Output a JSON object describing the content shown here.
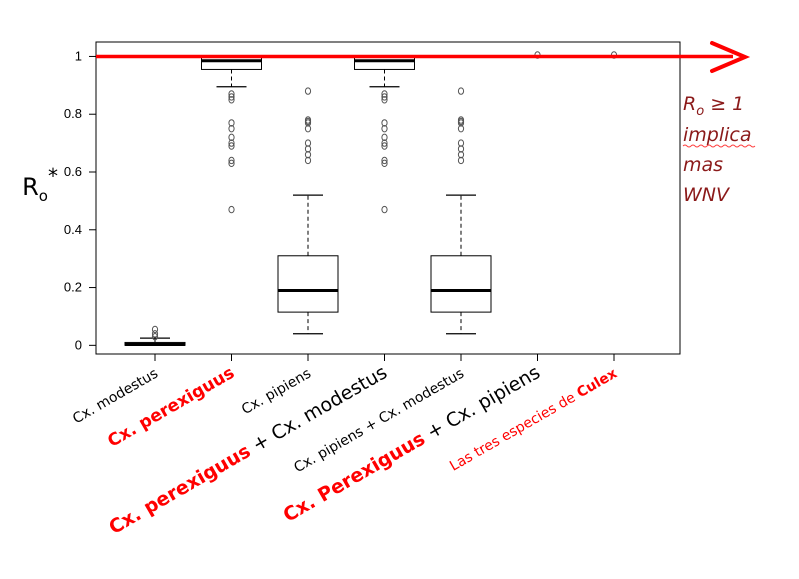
{
  "colors": {
    "threshold": "#ff0000",
    "highlight": "#ff0000",
    "annotation": "#8b1a1a",
    "box_edge": "#000000",
    "outlier": "#555555"
  },
  "chart_data": {
    "type": "box",
    "ylabel": "R",
    "ylabel_sub": "o",
    "ylabel_sup": "*",
    "ylim": [
      -0.03,
      1.05
    ],
    "yticks": [
      0,
      0.2,
      0.4,
      0.6,
      0.8,
      1
    ],
    "ytick_labels": [
      "0",
      "0.2",
      "0.4",
      "0.6",
      "0.8",
      "1"
    ],
    "grid": false,
    "threshold_line": 1,
    "categories": [
      {
        "parts": [
          {
            "text": "Cx. modestus",
            "red": false,
            "bold": false
          }
        ]
      },
      {
        "parts": [
          {
            "text": "Cx. perexiguus",
            "red": true,
            "bold": true
          }
        ]
      },
      {
        "parts": [
          {
            "text": "Cx. pipiens",
            "red": false,
            "bold": false
          }
        ]
      },
      {
        "parts": [
          {
            "text": "Cx. perexiguus",
            "red": true,
            "bold": true
          },
          {
            "text": " + Cx. modestus",
            "red": false,
            "bold": false
          }
        ]
      },
      {
        "parts": [
          {
            "text": "Cx. pipiens + Cx. modestus",
            "red": false,
            "bold": false
          }
        ]
      },
      {
        "parts": [
          {
            "text": "Cx. Perexiguus",
            "red": true,
            "bold": true
          },
          {
            "text": " + Cx. pipiens",
            "red": false,
            "bold": false
          }
        ]
      },
      {
        "parts": [
          {
            "text": "Las tres especies de ",
            "red": true,
            "bold": false
          },
          {
            "text": "Culex",
            "red": true,
            "bold": true
          }
        ]
      }
    ],
    "boxes": [
      {
        "q1": 0.0,
        "median": 0.003,
        "q3": 0.01,
        "whisker_low": 0.0,
        "whisker_high": 0.025,
        "outliers": [
          0.03,
          0.04,
          0.055
        ]
      },
      {
        "q1": 0.955,
        "median": 0.985,
        "q3": 1.0,
        "whisker_low": 0.895,
        "whisker_high": 1.0,
        "outliers": [
          0.87,
          0.86,
          0.85,
          0.77,
          0.75,
          0.72,
          0.7,
          0.69,
          0.64,
          0.63,
          0.47
        ]
      },
      {
        "q1": 0.115,
        "median": 0.19,
        "q3": 0.31,
        "whisker_low": 0.04,
        "whisker_high": 0.52,
        "outliers": [
          0.88,
          0.78,
          0.775,
          0.77,
          0.75,
          0.7,
          0.68,
          0.66,
          0.64
        ]
      },
      {
        "q1": 0.955,
        "median": 0.985,
        "q3": 1.0,
        "whisker_low": 0.895,
        "whisker_high": 1.0,
        "outliers": [
          0.87,
          0.86,
          0.85,
          0.77,
          0.75,
          0.72,
          0.7,
          0.69,
          0.64,
          0.63,
          0.47
        ]
      },
      {
        "q1": 0.115,
        "median": 0.19,
        "q3": 0.31,
        "whisker_low": 0.04,
        "whisker_high": 0.52,
        "outliers": [
          0.88,
          0.78,
          0.775,
          0.77,
          0.75,
          0.7,
          0.68,
          0.66,
          0.64
        ]
      },
      {
        "q1": 1.0,
        "median": 1.0,
        "q3": 1.0,
        "whisker_low": 1.0,
        "whisker_high": 1.0,
        "outliers": [
          1.005
        ]
      },
      {
        "q1": 1.0,
        "median": 1.0,
        "q3": 1.0,
        "whisker_low": 1.0,
        "whisker_high": 1.0,
        "outliers": [
          1.005
        ]
      }
    ]
  },
  "annotation": {
    "r_main": "R",
    "r_sub": "o",
    "r_rest": " ≥ 1",
    "line2": "implica",
    "line3": "mas",
    "line4": "WNV"
  }
}
